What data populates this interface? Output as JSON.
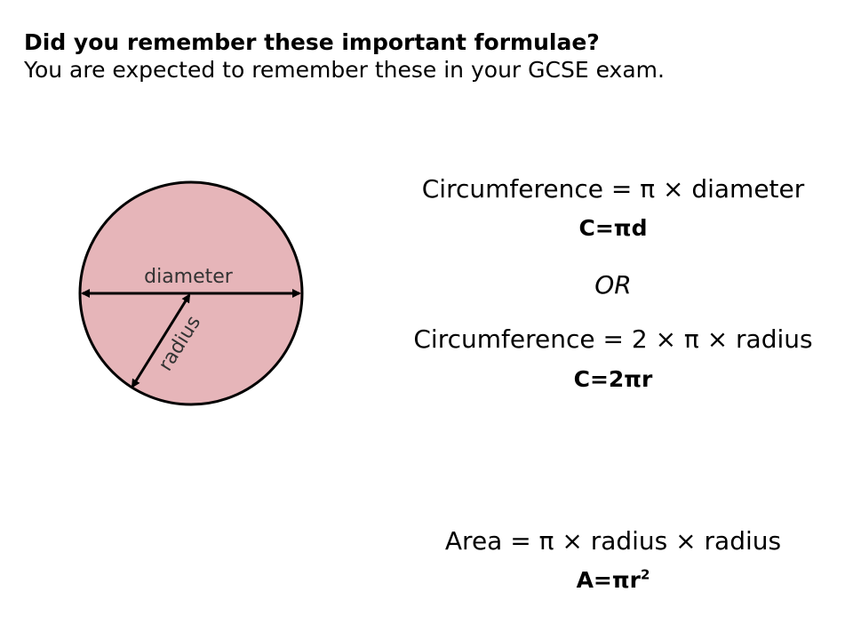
{
  "heading": {
    "line1": "Did you remember these important formulae?",
    "line2": "You are expected to remember these in your GCSE exam."
  },
  "diagram": {
    "diameter_label": "diameter",
    "radius_label": "radius",
    "circle_fill": "#e6b5b9",
    "stroke_color": "#000000"
  },
  "formulas": {
    "circumference_diameter_words": "Circumference = π × diameter",
    "circumference_diameter_symbol": "C=πd",
    "or_label": "OR",
    "circumference_radius_words": "Circumference = 2 × π × radius",
    "circumference_radius_symbol": "C=2πr",
    "area_words": "Area = π × radius × radius",
    "area_symbol_base": "A=πr",
    "area_symbol_exponent": "2"
  }
}
